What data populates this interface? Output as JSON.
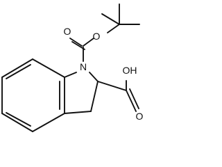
{
  "molecule": {
    "atoms": {
      "nitrogen": "N",
      "ester_oxygen": "O",
      "carbonyl_oxygen": "O",
      "acid_hydroxyl": "OH",
      "acid_carbonyl_oxygen": "O"
    }
  },
  "colors": {
    "bond": "#111111",
    "label": "#111111",
    "background": "#ffffff"
  }
}
